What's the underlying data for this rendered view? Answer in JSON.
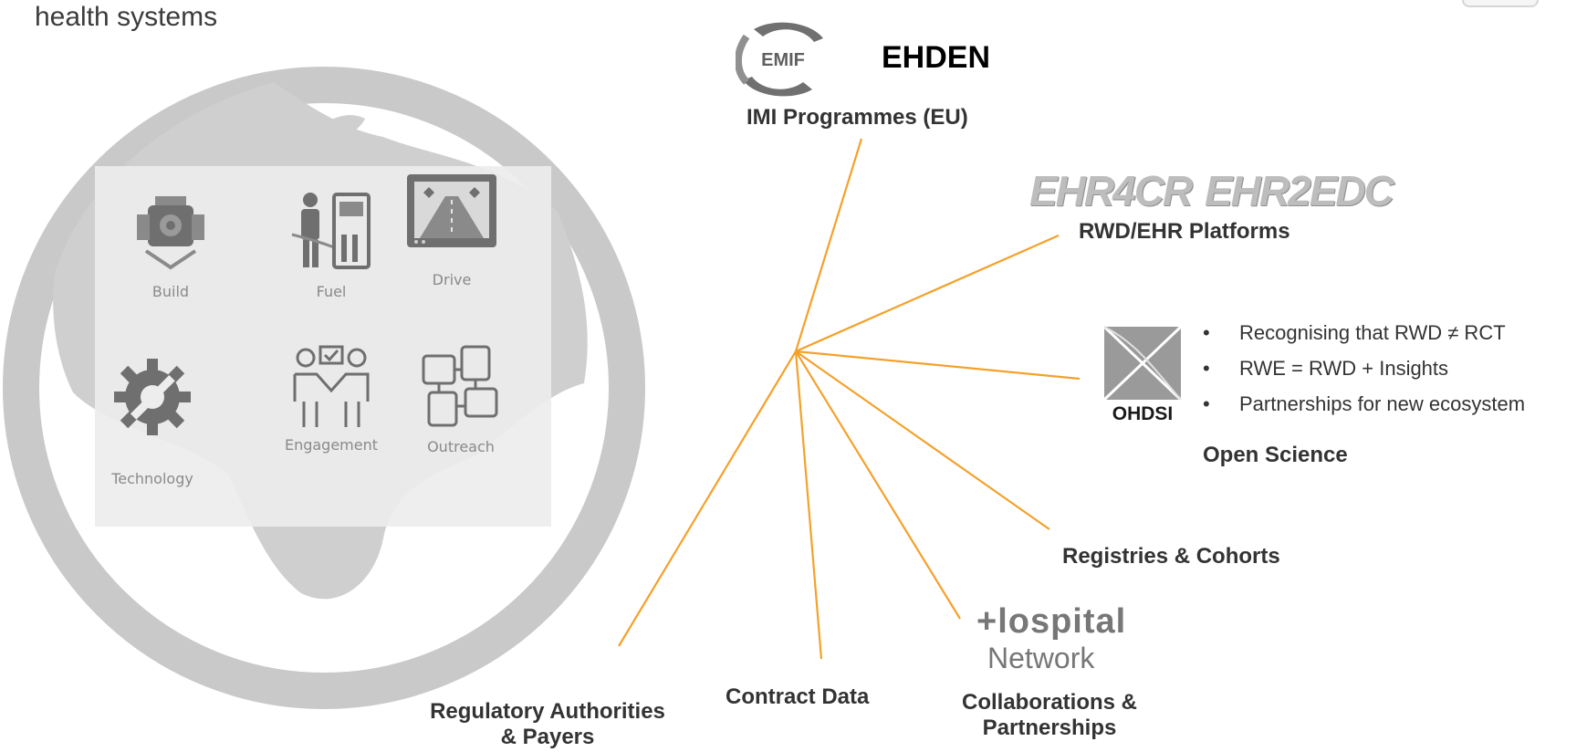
{
  "heading": "health systems",
  "pillars": [
    {
      "label": "Build",
      "icon": "engine-icon"
    },
    {
      "label": "Fuel",
      "icon": "fuel-pump-icon"
    },
    {
      "label": "Drive",
      "icon": "road-screen-icon"
    },
    {
      "label": "Technology",
      "icon": "gear-wrench-icon"
    },
    {
      "label": "Engagement",
      "icon": "handshake-people-icon"
    },
    {
      "label": "Outreach",
      "icon": "joined-hands-icon"
    }
  ],
  "nodes": {
    "imi": {
      "logo_text": "EMIF",
      "title": "EHDEN",
      "label": "IMI Programmes (EU)"
    },
    "rwd": {
      "logo1": "EHR4CR",
      "logo2": "EHR2EDC",
      "label": "RWD/EHR Platforms"
    },
    "ohdsi": {
      "logo_text": "OHDSI",
      "label": "Open Science",
      "bullets": [
        "Recognising that RWD ≠ RCT",
        "RWE = RWD + Insights",
        "Partnerships for new ecosystem"
      ]
    },
    "registries": {
      "label": "Registries & Cohorts"
    },
    "collab": {
      "logo_line1": "+lospital",
      "logo_line2": "Network",
      "label_line1": "Collaborations &",
      "label_line2": "Partnerships"
    },
    "contract": {
      "label": "Contract Data"
    },
    "regulatory": {
      "label_line1": "Regulatory Authorities",
      "label_line2": "& Payers"
    }
  },
  "colors": {
    "spoke": "#f4a12a",
    "globe": "#c8c8c8",
    "panel": "#e9e9e9",
    "icon": "#6f6f6f"
  }
}
